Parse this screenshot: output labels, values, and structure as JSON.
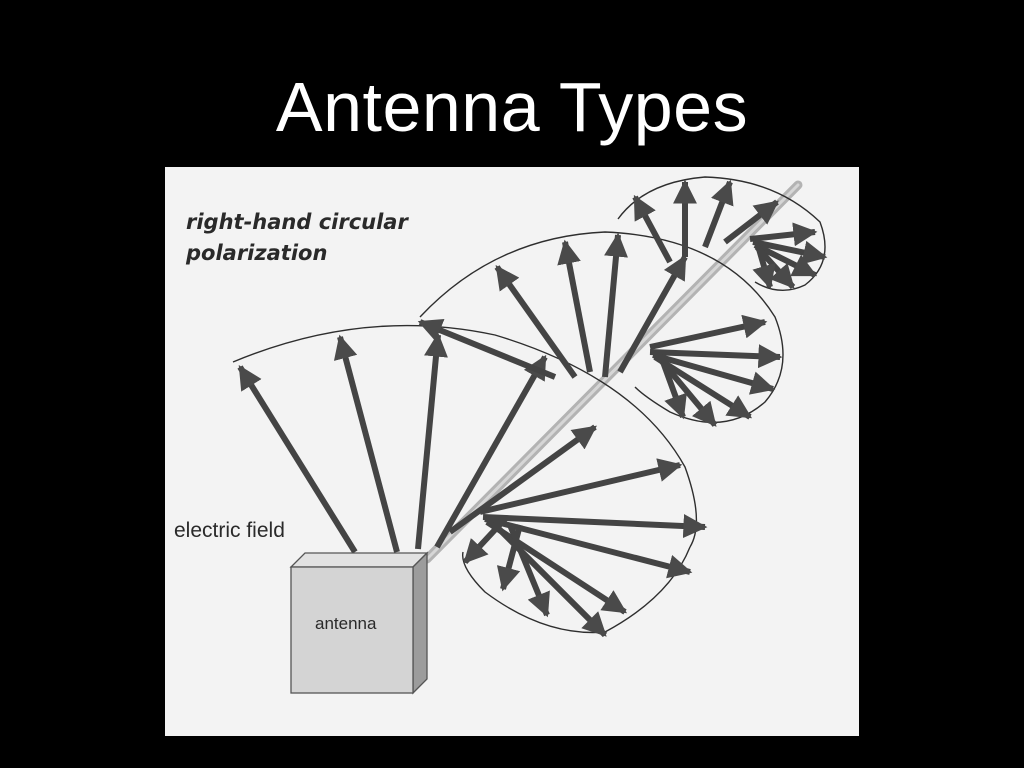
{
  "slide": {
    "title": "Antenna Types"
  },
  "figure": {
    "polarization_label_line1": "right-hand circular",
    "polarization_label_line2": "polarization",
    "electric_field_label": "electric field",
    "antenna_label": "antenna"
  }
}
